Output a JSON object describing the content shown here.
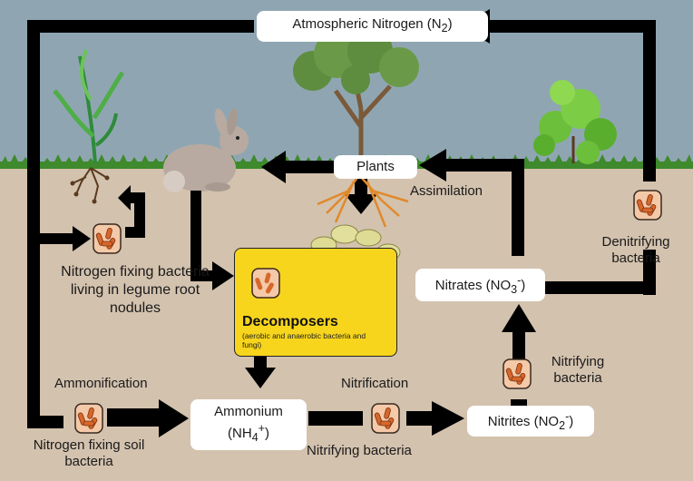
{
  "diagram": {
    "nodes": {
      "atmospheric_nitrogen": {
        "text": "Atmospheric Nitrogen (N",
        "sub": "2",
        "close": ")"
      },
      "plants": "Plants",
      "nitrates": {
        "text": "Nitrates (NO",
        "sub": "3",
        "sup": "-",
        "close": ")"
      },
      "nitrites": {
        "text": "Nitrites (NO",
        "sub": "2",
        "sup": "-",
        "close": ")"
      },
      "ammonium": {
        "line1": "Ammonium",
        "line2_pre": "(NH",
        "sub": "4",
        "sup": "+",
        "close": ")"
      },
      "decomposers": {
        "title": "Decomposers",
        "subtitle": "(aerobic and anaerobic bacteria and fungi)"
      }
    },
    "labels": {
      "assimilation": "Assimilation",
      "denitrifying": "Denitrifying bacteria",
      "legume": "Nitrogen fixing bacteria living in legume root nodules",
      "ammonification": "Ammonification",
      "nitrification": "Nitrification",
      "nitrifying_bacteria_bottom": "Nitrifying bacteria",
      "nitrifying_bacteria_right": "Nitrifying bacteria",
      "soil_bacteria": "Nitrogen fixing soil bacteria"
    },
    "colors": {
      "sky": "#8fa6b2",
      "soil": "#d3c2ae",
      "arrow": "#000000",
      "decomposer_box": "#f7d51c",
      "bacteria_tile": "#f4c9a8",
      "bacteria": "#d7672a"
    },
    "icons": [
      "grass-plant-icon",
      "tree-icon",
      "bush-icon",
      "rabbit-icon",
      "mushroom-cluster-icon",
      "bacteria-icon"
    ]
  }
}
